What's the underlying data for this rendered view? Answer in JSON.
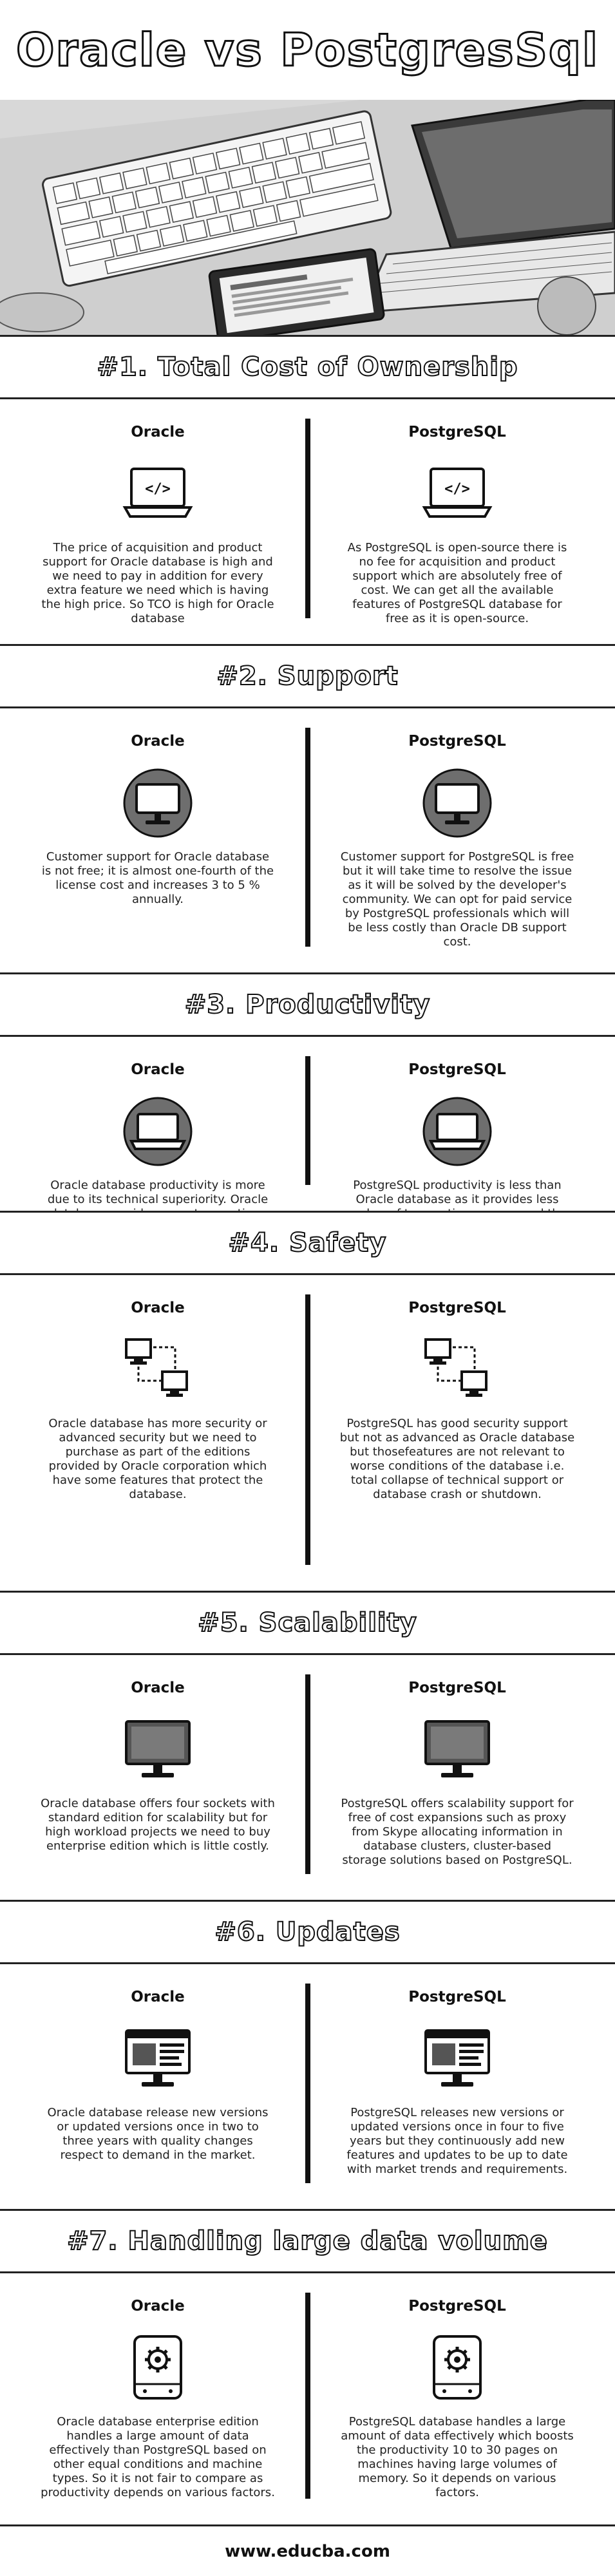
{
  "title": "Oracle vs PostgresSql",
  "footer": "www.educba.com",
  "columns": {
    "left": "Oracle",
    "right": "PostgreSQL"
  },
  "sections": [
    {
      "heading": "#1. Total Cost of Ownership",
      "icon": "laptop-code-icon",
      "oracle": "The price of acquisition and product support for Oracle database is high and we need to pay in addition for every extra feature we need which is having the high price. So TCO is high for Oracle database",
      "postgres": "As PostgreSQL is open-source there is no fee for acquisition and product support which are absolutely free of cost. We can get all the available features of PostgreSQL database for free as it is open-source."
    },
    {
      "heading": "#2. Support",
      "icon": "monitor-circle-icon",
      "oracle": "Customer support for Oracle database is not free; it is almost one-fourth of the license cost and increases 3 to 5 % annually.",
      "postgres": "Customer support for PostgreSQL is free but it will take time to resolve the issue as it will be solved by the developer's community. We can opt for paid service by PostgreSQL professionals which will be less costly than Oracle DB support cost."
    },
    {
      "heading": "#3. Productivity",
      "icon": "laptop-circle-icon",
      "oracle": "Oracle database productivity is more due to its technical superiority. Oracle database provides more transactions per second than PostgreSQL.",
      "postgres": "PostgreSQL productivity is less than Oracle database as it provides less number of transactions per second than Oracle DB."
    },
    {
      "heading": "#4. Safety",
      "icon": "network-computers-icon",
      "oracle": "Oracle database has more security or advanced security but we need to purchase as part of the editions provided by Oracle corporation which have some features that protect the database.",
      "postgres": "PostgreSQL has good security support but not as advanced as Oracle database but thosefeatures are not relevant to worse conditions of the database i.e. total collapse of technical support or database crash or shutdown."
    },
    {
      "heading": "#5. Scalability",
      "icon": "monitor-icon",
      "oracle": "Oracle database offers four sockets with standard edition for scalability but for high workload projects we need to buy enterprise edition which is little costly.",
      "postgres": "PostgreSQL offers scalability support for free of cost expansions such as proxy from Skype allocating information in database clusters, cluster-based storage solutions based on PostgreSQL."
    },
    {
      "heading": "#6. Updates",
      "icon": "monitor-window-icon",
      "oracle": "Oracle database release new versions or updated versions once in two to three years with quality changes respect to demand in the market.",
      "postgres": "PostgreSQL releases new versions or updated versions once in four to five years but they continuously add new features and updates to be up to date with market trends and requirements."
    },
    {
      "heading": "#7. Handling large data volume",
      "icon": "drive-gear-icon",
      "oracle": "Oracle database enterprise edition handles a large amount of data effectively than PostgreSQL based on other equal conditions and machine types. So it is not fair to compare as productivity depends on various factors.",
      "postgres": "PostgreSQL database handles a large amount of data effectively which boosts the productivity 10 to 30 pages on machines having large volumes of memory. So it depends on various factors."
    }
  ]
}
